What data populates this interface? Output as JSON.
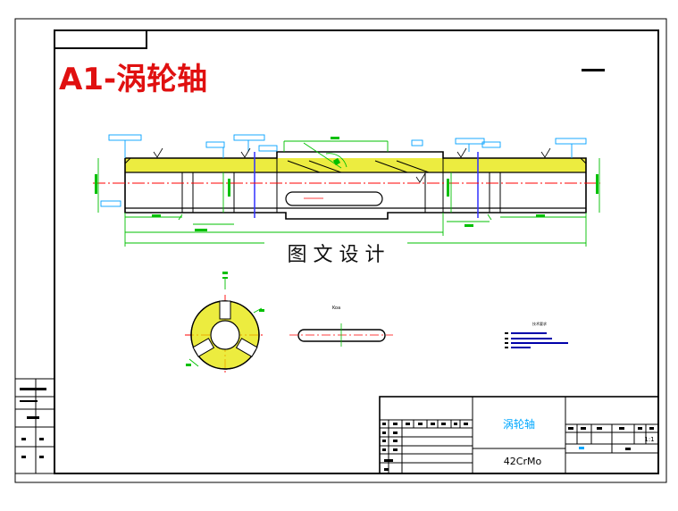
{
  "drawing": {
    "title": "A1-涡轮轴",
    "watermark": "图 文 设 计",
    "section_label": "Koa",
    "notes_title": "技术要求"
  },
  "title_block": {
    "part_name": "涡轮轴",
    "material": "42CrMo",
    "scale": "1:1"
  },
  "colors": {
    "outline": "#000000",
    "title": "#e01010",
    "dimension": "#00c000",
    "tolerance": "#00a0ff",
    "centerline": "#ff0000",
    "hatch": "#e6e600",
    "bearing_line": "#3030ff",
    "section_marker": "#ff00ff"
  }
}
